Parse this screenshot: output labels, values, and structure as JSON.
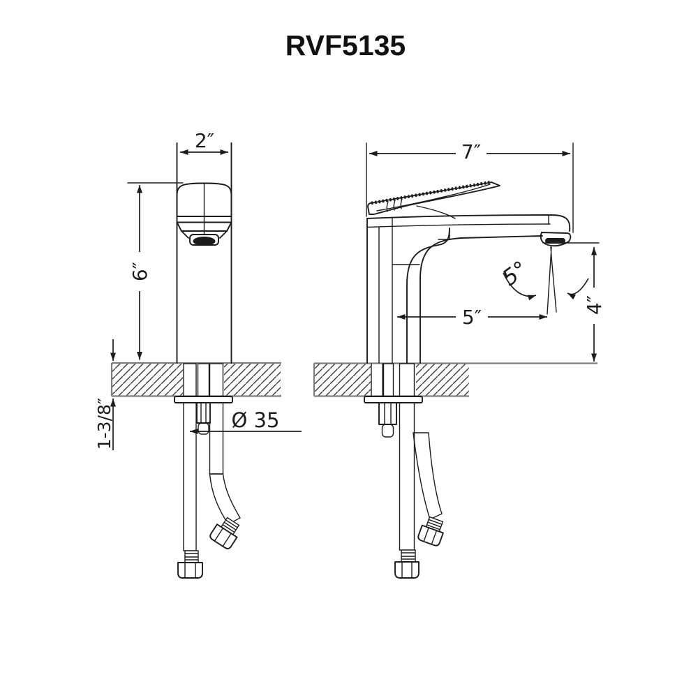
{
  "title": "RVF5135",
  "dims": {
    "front_width": "2″",
    "front_height": "6″",
    "deck_thickness": "1-3/8″",
    "hole_diameter": "Ø 35",
    "side_depth": "7″",
    "spout_reach": "5″",
    "outlet_height": "4″",
    "stream_angle": "5°"
  },
  "colors": {
    "line": "#1c1c1c",
    "counter_edge": "#7d7d7d",
    "background": "#ffffff"
  }
}
